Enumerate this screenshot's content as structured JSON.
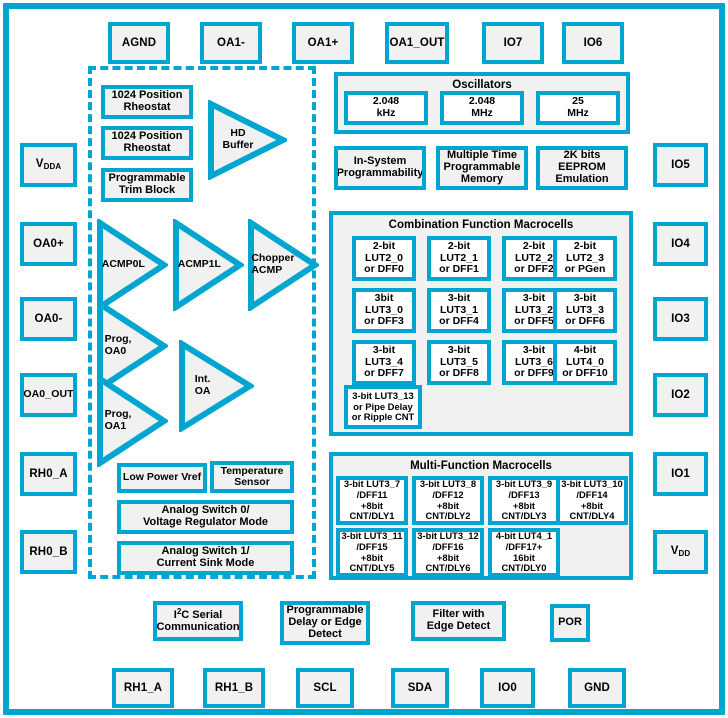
{
  "diagram": {
    "title": "SLG46620 Mixed-Signal Matrix Block Diagram",
    "accent_color": "#00a5d0",
    "box_fill": "#f1f1f1",
    "cell_fill": "#ffffff"
  },
  "pins_top": [
    {
      "label": "AGND"
    },
    {
      "label": "OA1-"
    },
    {
      "label": "OA1+"
    },
    {
      "label": "OA1_OUT"
    },
    {
      "label": "IO7"
    },
    {
      "label": "IO6"
    }
  ],
  "pins_left": [
    {
      "label": "V",
      "sub": "DDA"
    },
    {
      "label": "OA0+"
    },
    {
      "label": "OA0-"
    },
    {
      "label": "OA0_OUT"
    },
    {
      "label": "RH0_A"
    },
    {
      "label": "RH0_B"
    }
  ],
  "pins_right": [
    {
      "label": "IO5"
    },
    {
      "label": "IO4"
    },
    {
      "label": "IO3"
    },
    {
      "label": "IO2"
    },
    {
      "label": "IO1"
    },
    {
      "label": "V",
      "sub": "DD"
    }
  ],
  "pins_bottom": [
    {
      "label": "RH1_A"
    },
    {
      "label": "RH1_B"
    },
    {
      "label": "SCL"
    },
    {
      "label": "SDA"
    },
    {
      "label": "IO0"
    },
    {
      "label": "GND"
    }
  ],
  "analog_blocks": [
    {
      "label": "1024 Position\nRheostat"
    },
    {
      "label": "1024 Position\nRheostat"
    },
    {
      "label": "Programmable\nTrim Block"
    }
  ],
  "analog_amplifiers": [
    {
      "label": "HD\nBuffer"
    },
    {
      "label": "ACMP0L"
    },
    {
      "label": "ACMP1L"
    },
    {
      "label": "Chopper\nACMP"
    },
    {
      "label": "Prog,\nOA0"
    },
    {
      "label": "Prog,\nOA1"
    },
    {
      "label": "Int.\nOA"
    }
  ],
  "analog_lower": [
    {
      "label": "Low Power Vref"
    },
    {
      "label": "Temperature\nSensor"
    },
    {
      "label": "Analog Switch 0/\nVoltage Regulator Mode"
    },
    {
      "label": "Analog Switch 1/\nCurrent Sink Mode"
    }
  ],
  "oscillators": {
    "title": "Oscillators",
    "items": [
      {
        "label": "2.048\nkHz"
      },
      {
        "label": "2.048\nMHz"
      },
      {
        "label": "25\nMHz"
      }
    ]
  },
  "memory_blocks": [
    {
      "label": "In-System\nProgrammability"
    },
    {
      "label": "Multiple Time\nProgrammable\nMemory"
    },
    {
      "label": "2K bits\nEEPROM\nEmulation"
    }
  ],
  "combination_macrocells": {
    "title": "Combination Function Macrocells",
    "items": [
      {
        "label": "2-bit\nLUT2_0\nor DFF0"
      },
      {
        "label": "2-bit\nLUT2_1\nor DFF1"
      },
      {
        "label": "2-bit\nLUT2_2\nor DFF2"
      },
      {
        "label": "2-bit\nLUT2_3\nor PGen"
      },
      {
        "label": "3bit\nLUT3_0\nor DFF3"
      },
      {
        "label": "3-bit\nLUT3_1\nor DFF4"
      },
      {
        "label": "3-bit\nLUT3_2\nor DFF5"
      },
      {
        "label": "3-bit\nLUT3_3\nor DFF6"
      },
      {
        "label": "3-bit\nLUT3_4\nor DFF7"
      },
      {
        "label": "3-bit\nLUT3_5\nor DFF8"
      },
      {
        "label": "3-bit\nLUT3_6\nor DFF9"
      },
      {
        "label": "4-bit\nLUT4_0\nor DFF10"
      },
      {
        "label": "3-bit LUT3_13\nor Pipe Delay\nor Ripple CNT"
      }
    ]
  },
  "multi_function_macrocells": {
    "title": "Multi-Function Macrocells",
    "items": [
      {
        "label": "3-bit LUT3_7\n/DFF11\n+8bit\nCNT/DLY1"
      },
      {
        "label": "3-bit LUT3_8\n/DFF12\n+8bit\nCNT/DLY2"
      },
      {
        "label": "3-bit LUT3_9\n/DFF13\n+8bit\nCNT/DLY3"
      },
      {
        "label": "3-bit LUT3_10\n/DFF14\n+8bit\nCNT/DLY4"
      },
      {
        "label": "3-bit LUT3_11\n/DFF15\n+8bit\nCNT/DLY5"
      },
      {
        "label": "3-bit LUT3_12\n/DFF16\n+8bit\nCNT/DLY6"
      },
      {
        "label": "4-bit LUT4_1\n/DFF17+\n16bit\nCNT/DLY0"
      }
    ]
  },
  "bottom_blocks": [
    {
      "label": "I|2|C Serial\nCommunication",
      "has_superscript": true
    },
    {
      "label": "Programmable\nDelay or Edge\nDetect"
    },
    {
      "label": "Filter with\nEdge Detect"
    },
    {
      "label": "POR"
    }
  ]
}
